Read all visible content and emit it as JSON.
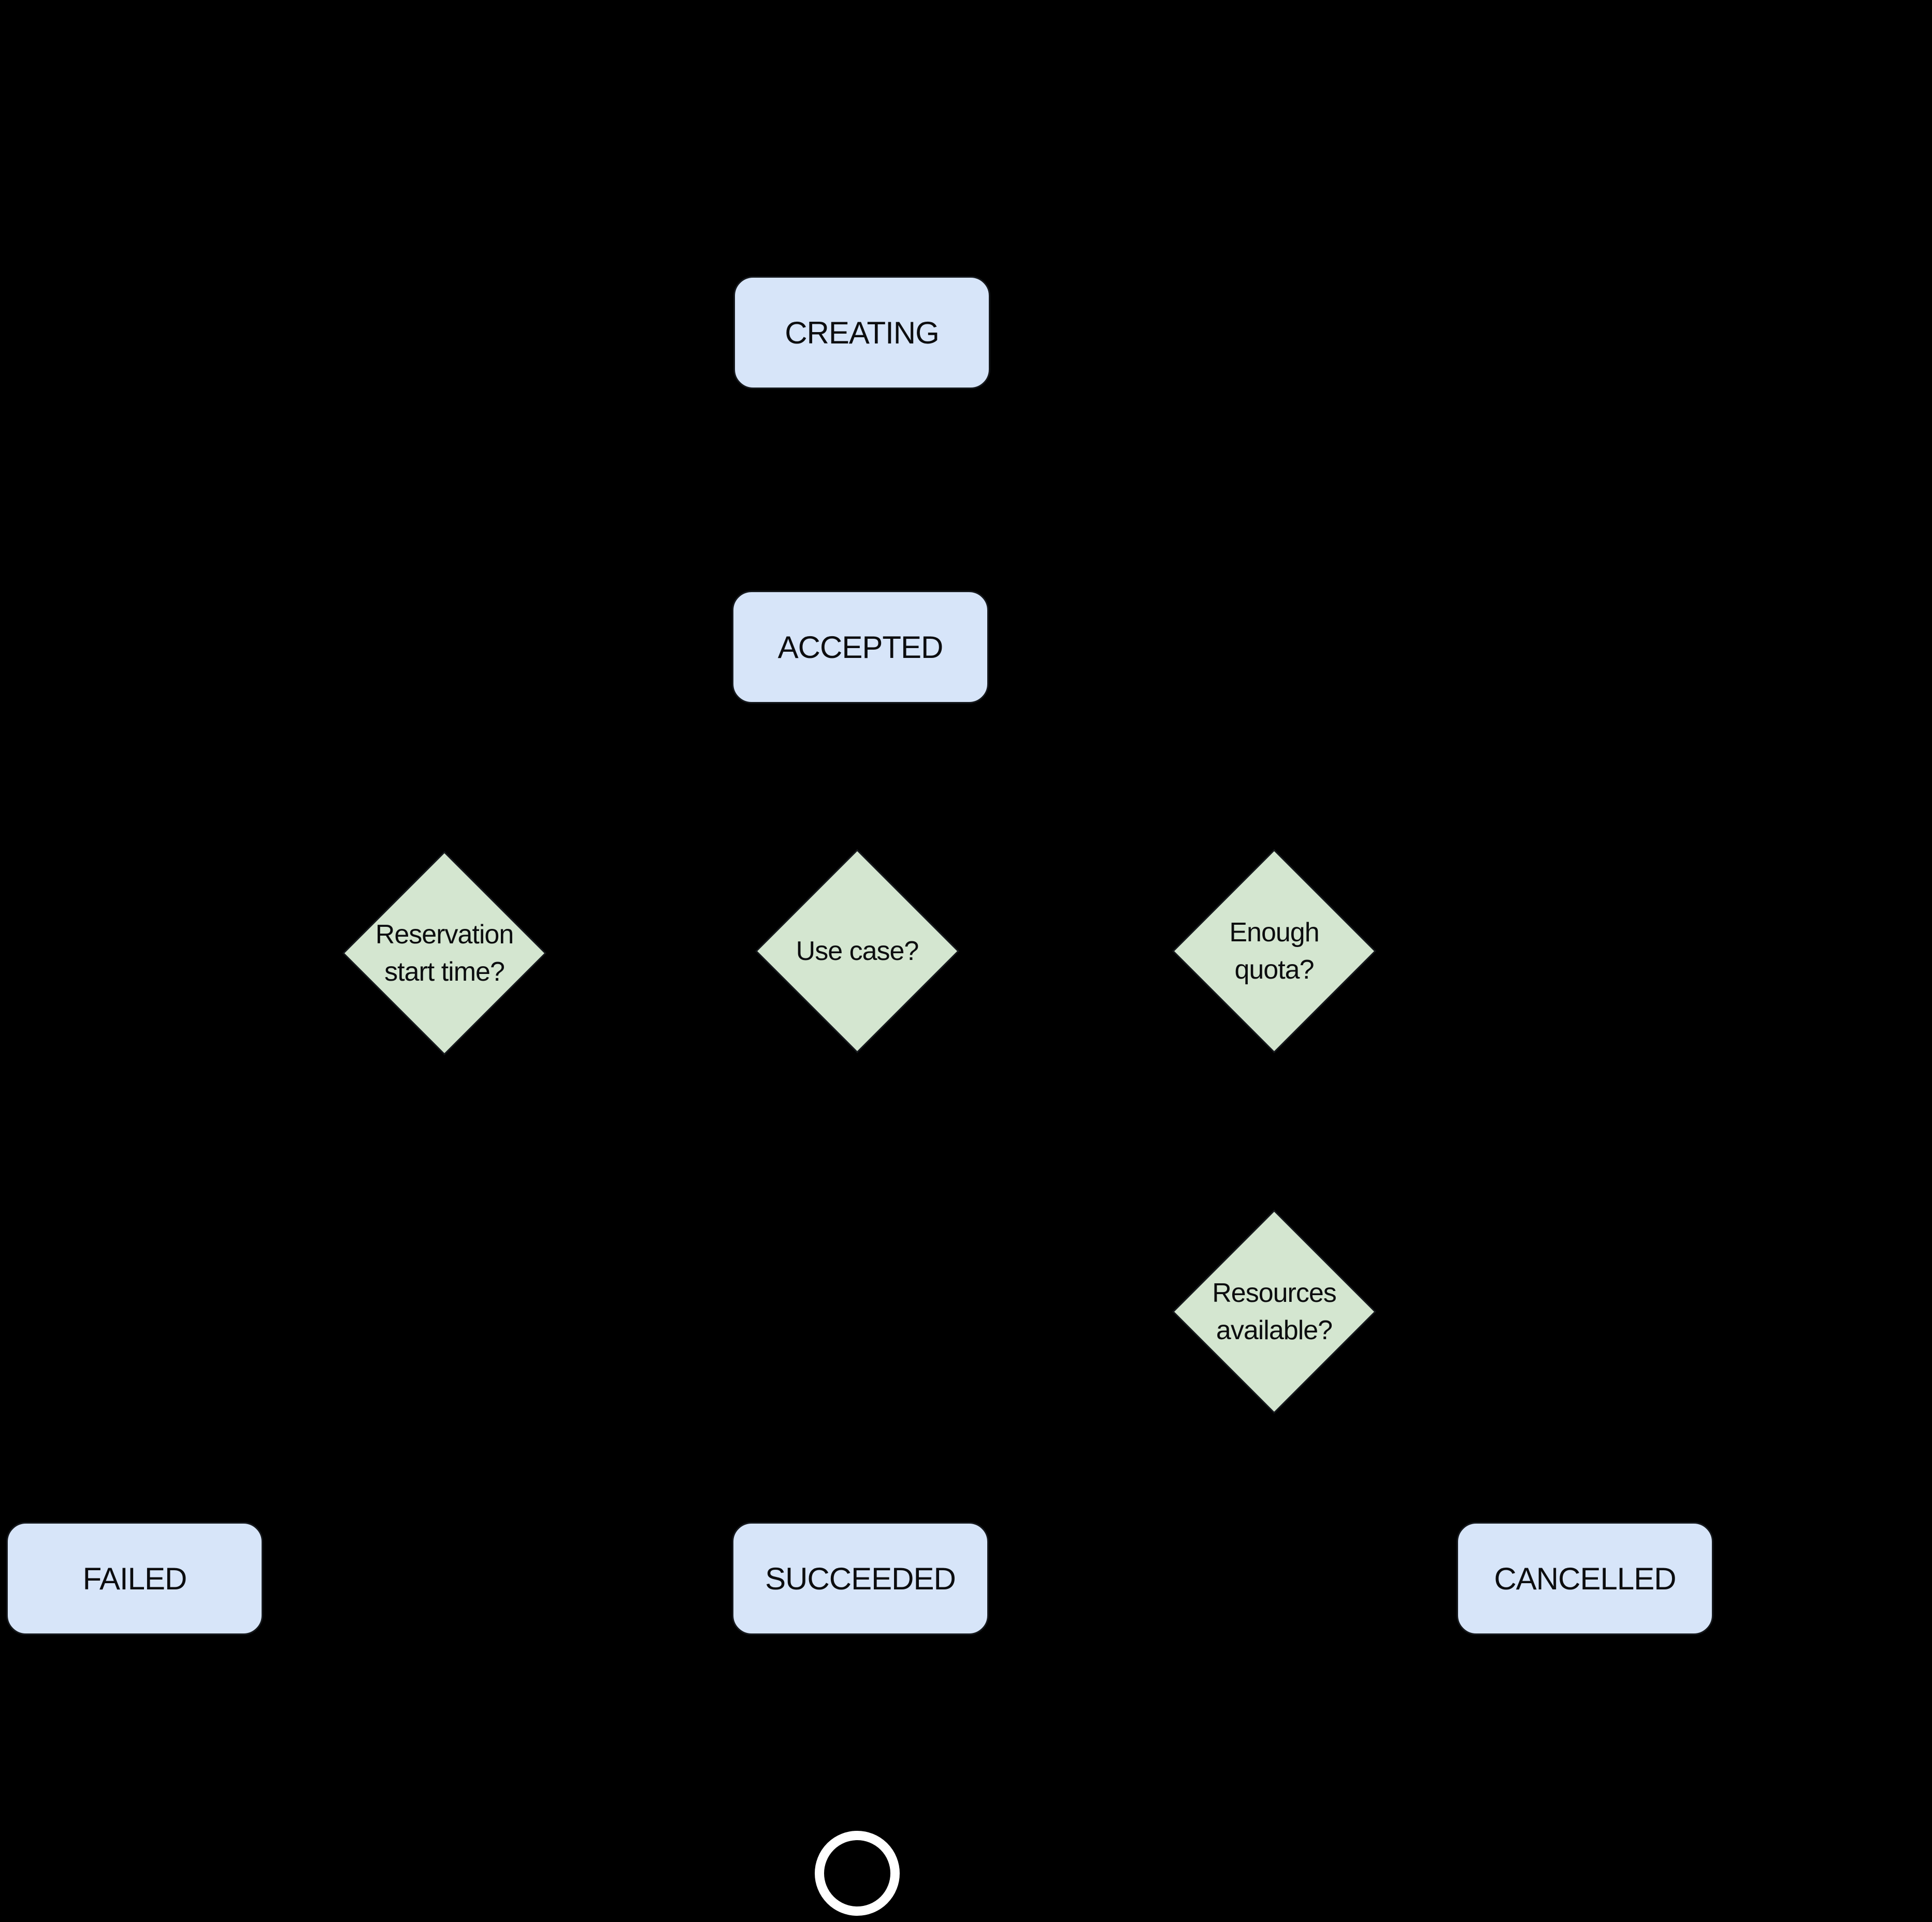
{
  "colors": {
    "background": "#000000",
    "state_fill": "#d7e5f9",
    "decision_fill": "#d4e6d0",
    "node_text": "#0c0d0f",
    "outline": "#15181c",
    "end_ring": "#ffffff"
  },
  "diagram": {
    "type": "state-lifecycle-flowchart",
    "states": [
      {
        "id": "creating",
        "label": "CREATING"
      },
      {
        "id": "accepted",
        "label": "ACCEPTED"
      },
      {
        "id": "failed",
        "label": "FAILED"
      },
      {
        "id": "succeeded",
        "label": "SUCCEEDED"
      },
      {
        "id": "cancelled",
        "label": "CANCELLED"
      }
    ],
    "decisions": [
      {
        "id": "reservation-start-time",
        "lines": [
          "Reservation",
          "start time?"
        ]
      },
      {
        "id": "use-case",
        "lines": [
          "Use case?"
        ]
      },
      {
        "id": "enough-quota",
        "lines": [
          "Enough",
          "quota?"
        ]
      },
      {
        "id": "resources-available",
        "lines": [
          "Resources",
          "available?"
        ]
      }
    ],
    "end_node": {
      "shape": "circle-outline"
    }
  }
}
